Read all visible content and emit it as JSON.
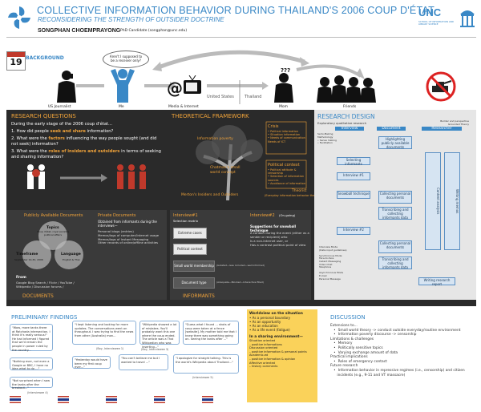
{
  "header": {
    "title": "COLLECTIVE INFORMATION BEHAVIOR DURING THAILAND'S 2006 COUP D'ÉTAT",
    "subtitle": "RECONSIDERING THE STRENGTH OF OUTSIDER DOCTRINE",
    "author": "SONGPHAN CHOEMPRAYONG",
    "author_affiliation": "PhD Candidate   (songphan@unc.edu)",
    "logo_text": "UNC",
    "logo_subtext": "SCHOOL OF INFORMATION AND LIBRARY SCIENCE"
  },
  "background": {
    "label": "BACKGROUND",
    "calendar_day": "19",
    "speech_bubble": "Aren't I supposed to be a receiver only?",
    "people": [
      "US Journalist",
      "Me",
      "Media & Internet",
      "Mom",
      "Friends"
    ],
    "country_left": "United States",
    "country_right": "Thailand",
    "mom_mark": "???"
  },
  "research_questions": {
    "title": "RESEARCH QUESTIONS",
    "intro": "During the early stage of the 2006 coup d'état...",
    "items": [
      {
        "num": "1.",
        "pre": "How did people ",
        "hl": "seek and share",
        "post": " information?"
      },
      {
        "num": "2.",
        "pre": "What were the ",
        "hl": "factors",
        "post": " influencing the way people sought (and did not seek) information?"
      },
      {
        "num": "3.",
        "pre": "What were the ",
        "hl": "roles of insiders and outsiders",
        "post": " in terms of seeking and sharing information?"
      }
    ]
  },
  "framework": {
    "title": "THEORETICAL FRAMEWORK",
    "labels": {
      "crisis": "Crisis",
      "crisis_items": "• Political information\n• Situation information\n• Needs of communication\n   Needs of ICT",
      "info_poverty": "Information poverty",
      "political_context": "Political context",
      "political_items": "• Political attitude & censorship\n• Selection of information sources\n• Avoidance of information",
      "small_world": "Chatman's small world concept",
      "merton": "Merton's Insiders and Outsiders",
      "theorist": "Theorist",
      "theorist_sub": "(Everyday information behavior theory)"
    }
  },
  "research_design": {
    "title": "RESEARCH DESIGN",
    "subtitle": "Exploratory qualitative research",
    "columns": [
      "Interview",
      "Document",
      "Researcher"
    ],
    "left_notes": "Semi-Making Methodology\n• Sense making\n• Facilitation",
    "right_notes": "Builder and perspective\nGrounded Theory",
    "steps": [
      "Selecting informants",
      "Highlighting publicly available documents",
      "Interview #1",
      "Snowball technique",
      "Collecting personal documents",
      "Transcribing and collecting informants data",
      "Interview #2",
      "Collecting personal documents",
      "Transcribing and collecting informants data",
      "Writing research report"
    ],
    "side_boxes": [
      "Content analysis",
      "Writing memos"
    ],
    "footer_left": "Interview Mode\n(Data input guidelines)\n\nSynchronous Mode\nFace-to-face\nInstant Messaging\nVideo Chat\nTelephone\n\nAsynchronous Mode\nE-mail\nPersonal Message"
  },
  "documents": {
    "public_title": "Publicly Available Documents",
    "private_title": "Private Documents",
    "private_intro": "Obtained from informants during the interviews—",
    "private_items": [
      "Personal blogs (entries)",
      "Memos/logs of computer/Internet usage",
      "Memos/logs of Instant Messaging",
      "Other records of online/offline activities"
    ],
    "topics": "Topics",
    "topics_sub": "Coup d'état, royal (and/or) political affairs",
    "timeframe": "Timeframe",
    "timeframe_sub": "September 19-30, 2006",
    "language": "Language",
    "language_sub": "English & Thai",
    "from_label": "From",
    "from_items": [
      "Google Blog Search / Flickr / YouTube /",
      "Wikipedia / Discussion forums /"
    ],
    "bottom_title": "DOCUMENTS"
  },
  "informants": {
    "int1_title": "Interview#1",
    "int1_sub": "Selection matrix",
    "rows": [
      "Extreme cases",
      "Political context",
      "Small world membership",
      "Document type"
    ],
    "rows_sub": [
      "",
      "",
      "(Isolated—less included—well informed)",
      "(Adequate—Blocked—Interactive filled)"
    ],
    "int2_title": "Interview#2",
    "int2_sub": "(On-going)",
    "snowball_title": "Suggestions for snowball technique",
    "snowball_items": [
      "A contact during the event (either as a sender or recipient) who",
      "Is a non-Internet user, or",
      "Has a contrast political point of view"
    ],
    "bottom_title": "INFORMANTS"
  },
  "findings": {
    "title": "PRELIMINARY FINDINGS",
    "quotes": [
      "\"Wow, more tanks there at Ratchada intersection. I think it's really serious!\" He had informed I figured that we'd remain the people in power ruled by the country...",
      "\"I kept listening and looking for more updates. The conversations went on throughout. I was trying to find the news from other (Australia) mon...",
      "\"Wikipedia showed a lot of mistakes. You'll probably want this one where the coup ended. The article was a Thai Wikipedian who was inserting...\"",
      "\"Guess what I found ... shots of coup were taken at a fence [website]. My mother told me that I knew there was something going on. Seeing the tanks after ...\"",
      "\"Nothing ever, not even a Google or BBC, I have no idea what to do ...\"",
      "\"Yesterday would have been my first coup ever...\"",
      "\"You can't believe me but I wanted to travel ...\"",
      "\"I apologize for straight talking. This is the world's Wikipedia about Thailand...\"",
      "\"Not surprised when I saw the tanks after the breakout...\""
    ],
    "speakers": [
      "(Boy, Interviewee 1)",
      "(Boy, Interviewee 3)",
      "(Interviewee 4)",
      "(Interviewee 5)"
    ]
  },
  "workshop": {
    "title": "Worldview on the situation",
    "items": [
      "• As a personal boundary",
      "• As an opportunity",
      "• As an education",
      "• As a life event (fatigue)"
    ],
    "title2": "In a sharing environment—",
    "groups": [
      "Situation oriented",
      "– positive informations",
      "Discussion oriented",
      "– positive information & personal points",
      "Academic-ed",
      "– positive information & opinion",
      "Affective oriented",
      "– history comments"
    ]
  },
  "discussion": {
    "title": "DISCUSSION",
    "lines": [
      "Extensions to...",
      "   •  Small world theory -> conduct outside everyday/routine environment",
      "   •  Information poverty discourse -> censorship",
      "Limitations & challenges",
      "   •  Memory",
      "   •  Politically sensitive topics",
      "   •  Varying exchange amount of data",
      "Practical implications",
      "   •  Roles of emergency contact",
      "Future research",
      "   •  Information behavior in repressive regimes (i.e., censorship) and citizen",
      "      incidents (e.g., 9-11 and VT massacre)"
    ]
  },
  "colors": {
    "accent_blue": "#3a88c6",
    "accent_orange": "#f0a33a",
    "dark_panel": "#2a2a2a",
    "highlight_yellow": "#fad25a"
  }
}
